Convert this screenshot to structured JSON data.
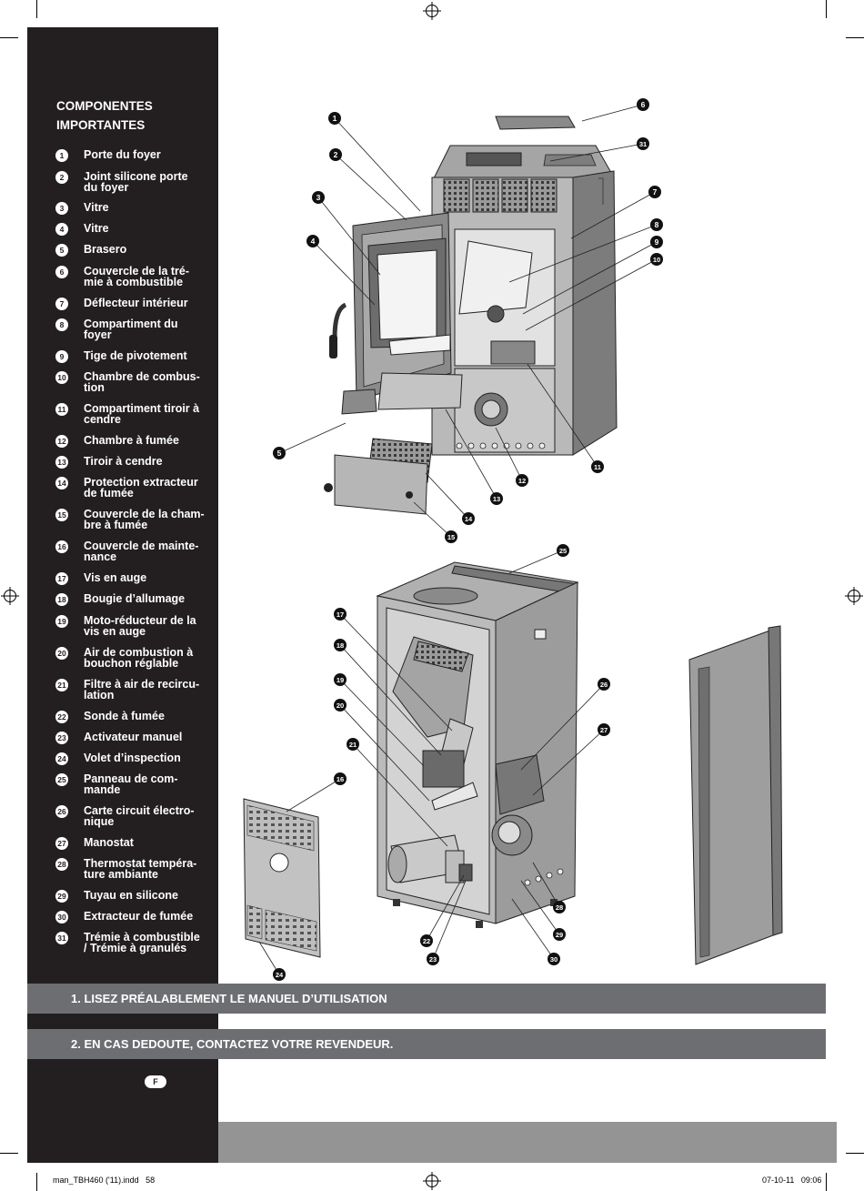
{
  "sidebar": {
    "title": "COMPONENTES\nIMPORTANTES",
    "items": [
      {
        "num": "1",
        "label": "Porte du foyer"
      },
      {
        "num": "2",
        "label": "Joint silicone porte\ndu foyer"
      },
      {
        "num": "3",
        "label": "Vitre"
      },
      {
        "num": "4",
        "label": "Vitre"
      },
      {
        "num": "5",
        "label": "Brasero"
      },
      {
        "num": "6",
        "label": "Couvercle de la tré-\nmie à combustible"
      },
      {
        "num": "7",
        "label": "Déflecteur intérieur"
      },
      {
        "num": "8",
        "label": "Compartiment du\nfoyer"
      },
      {
        "num": "9",
        "label": "Tige de pivotement"
      },
      {
        "num": "10",
        "label": "Chambre de combus-\ntion"
      },
      {
        "num": "11",
        "label": "Compartiment tiroir à\ncendre"
      },
      {
        "num": "12",
        "label": "Chambre à fumée"
      },
      {
        "num": "13",
        "label": "Tiroir à cendre"
      },
      {
        "num": "14",
        "label": "Protection extracteur\nde fumée"
      },
      {
        "num": "15",
        "label": "Couvercle de la cham-\nbre à fumée"
      },
      {
        "num": "16",
        "label": "Couvercle de mainte-\nnance"
      },
      {
        "num": "17",
        "label": "Vis en auge"
      },
      {
        "num": "18",
        "label": "Bougie d’allumage"
      },
      {
        "num": "19",
        "label": "Moto-réducteur de la\nvis en auge"
      },
      {
        "num": "20",
        "label": "Air de combustion à\nbouchon réglable"
      },
      {
        "num": "21",
        "label": "Filtre à air de recircu-\nlation"
      },
      {
        "num": "22",
        "label": "Sonde à fumée"
      },
      {
        "num": "23",
        "label": "Activateur manuel"
      },
      {
        "num": "24",
        "label": "Volet d’inspection"
      },
      {
        "num": "25",
        "label": "Panneau de com-\nmande"
      },
      {
        "num": "26",
        "label": "Carte circuit électro-\nnique"
      },
      {
        "num": "27",
        "label": "Manostat"
      },
      {
        "num": "28",
        "label": "Thermostat tempéra-\nture ambiante"
      },
      {
        "num": "29",
        "label": "Tuyau en silicone"
      },
      {
        "num": "30",
        "label": "Extracteur de fumée"
      },
      {
        "num": "31",
        "label": "Trémie à combustible\n/ Trémie à granulés"
      }
    ],
    "language_badge": "F"
  },
  "banners": [
    "1. LISEZ PRÉALABLEMENT LE MANUEL D’UTILISATION",
    "2. EN CAS DEDOUTE, CONTACTEZ VOTRE REVENDEUR."
  ],
  "slug": {
    "file": "man_TBH460 ('11).indd   58",
    "datetime": "07-10-11   09:06"
  },
  "diagram_callouts": [
    "1",
    "2",
    "3",
    "4",
    "5",
    "6",
    "7",
    "8",
    "9",
    "10",
    "11",
    "12",
    "13",
    "14",
    "15",
    "16",
    "17",
    "18",
    "19",
    "20",
    "21",
    "22",
    "23",
    "24",
    "25",
    "26",
    "27",
    "28",
    "29",
    "30",
    "31"
  ],
  "colors": {
    "sidebar": "#231f20",
    "banner": "#6d6e71",
    "footer_bar": "#949494",
    "stove_body": "#8e8e8e"
  }
}
